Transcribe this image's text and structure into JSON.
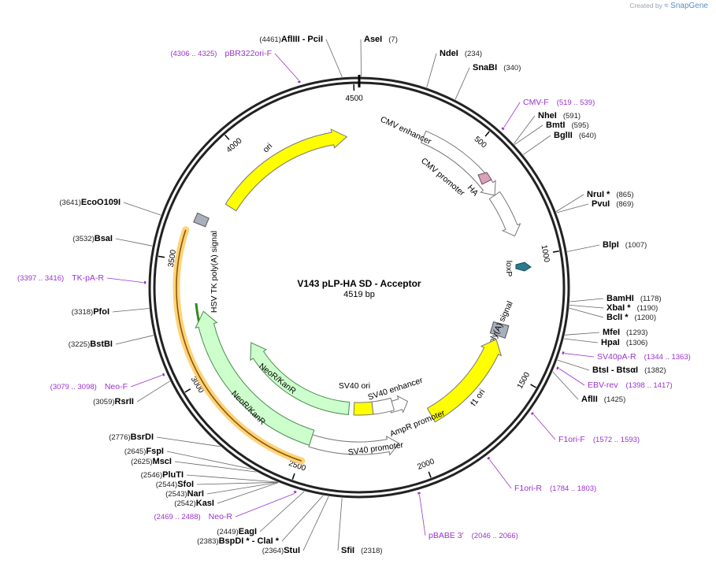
{
  "credit": {
    "prefix": "Created by",
    "brand": "SnapGene"
  },
  "plasmid": {
    "name": "V143 pLP-HA SD - Acceptor",
    "length_label": "4519 bp",
    "length": 4519
  },
  "ticks": [
    "500",
    "1000",
    "1500",
    "2000",
    "2500",
    "3000",
    "3500",
    "4000",
    "4500"
  ],
  "colors": {
    "primer": "#9933cc",
    "ori": "#ffff00",
    "neo": "#ccffcc",
    "backbone": "#222222"
  },
  "sites": [
    {
      "id": "afliii-pcii",
      "parts": [
        {
          "t": "pos",
          "v": "(4461)"
        },
        {
          "t": "name",
          "v": "AflIII"
        },
        {
          "t": "name",
          "v": " - PciI"
        }
      ]
    },
    {
      "id": "asei",
      "parts": [
        {
          "t": "name",
          "v": "AseI"
        },
        {
          "t": "pos",
          "v": "(7)"
        }
      ]
    },
    {
      "id": "ndei",
      "parts": [
        {
          "t": "name",
          "v": "NdeI"
        },
        {
          "t": "pos",
          "v": "(234)"
        }
      ]
    },
    {
      "id": "snabi",
      "parts": [
        {
          "t": "name",
          "v": "SnaBI"
        },
        {
          "t": "pos",
          "v": "(340)"
        }
      ]
    },
    {
      "id": "nhei",
      "parts": [
        {
          "t": "name",
          "v": "NheI"
        },
        {
          "t": "pos",
          "v": "(591)"
        }
      ]
    },
    {
      "id": "bmti",
      "parts": [
        {
          "t": "name",
          "v": "BmtI"
        },
        {
          "t": "pos",
          "v": "(595)"
        }
      ]
    },
    {
      "id": "bglii",
      "parts": [
        {
          "t": "name",
          "v": "BglII"
        },
        {
          "t": "pos",
          "v": "(640)"
        }
      ]
    },
    {
      "id": "nrui",
      "parts": [
        {
          "t": "name",
          "v": "NruI *"
        },
        {
          "t": "pos",
          "v": "(865)"
        }
      ]
    },
    {
      "id": "pvui",
      "parts": [
        {
          "t": "name",
          "v": "PvuI"
        },
        {
          "t": "pos",
          "v": "(869)"
        }
      ]
    },
    {
      "id": "blpi",
      "parts": [
        {
          "t": "name",
          "v": "BlpI"
        },
        {
          "t": "pos",
          "v": "(1007)"
        }
      ]
    },
    {
      "id": "bamhi",
      "parts": [
        {
          "t": "name",
          "v": "BamHI"
        },
        {
          "t": "pos",
          "v": "(1178)"
        }
      ]
    },
    {
      "id": "xbai",
      "parts": [
        {
          "t": "name",
          "v": "XbaI *"
        },
        {
          "t": "pos",
          "v": "(1190)"
        }
      ]
    },
    {
      "id": "bcli",
      "parts": [
        {
          "t": "name",
          "v": "BclI *"
        },
        {
          "t": "pos",
          "v": "(1200)"
        }
      ]
    },
    {
      "id": "mfei",
      "parts": [
        {
          "t": "name",
          "v": "MfeI"
        },
        {
          "t": "pos",
          "v": "(1293)"
        }
      ]
    },
    {
      "id": "hpai",
      "parts": [
        {
          "t": "name",
          "v": "HpaI"
        },
        {
          "t": "pos",
          "v": "(1306)"
        }
      ]
    },
    {
      "id": "btsi",
      "parts": [
        {
          "t": "name",
          "v": "BtsI"
        },
        {
          "t": "name",
          "v": " - BtsαI"
        },
        {
          "t": "pos",
          "v": "(1382)"
        }
      ]
    },
    {
      "id": "aflii",
      "parts": [
        {
          "t": "name",
          "v": "AflII"
        },
        {
          "t": "pos",
          "v": "(1425)"
        }
      ]
    },
    {
      "id": "sfii",
      "parts": [
        {
          "t": "name",
          "v": "SfiI"
        },
        {
          "t": "pos",
          "v": "(2318)"
        }
      ]
    },
    {
      "id": "stui",
      "parts": [
        {
          "t": "pos",
          "v": "(2364)"
        },
        {
          "t": "name",
          "v": "StuI"
        }
      ]
    },
    {
      "id": "bspdi",
      "parts": [
        {
          "t": "pos",
          "v": "(2383)"
        },
        {
          "t": "name",
          "v": "BspDI *"
        },
        {
          "t": "name",
          "v": " - ClaI *"
        }
      ]
    },
    {
      "id": "eagi",
      "parts": [
        {
          "t": "pos",
          "v": "(2449)"
        },
        {
          "t": "name",
          "v": "EagI"
        }
      ]
    },
    {
      "id": "kasi",
      "parts": [
        {
          "t": "pos",
          "v": "(2542)"
        },
        {
          "t": "name",
          "v": "KasI"
        }
      ]
    },
    {
      "id": "nari",
      "parts": [
        {
          "t": "pos",
          "v": "(2543)"
        },
        {
          "t": "name",
          "v": "NarI"
        }
      ]
    },
    {
      "id": "sfoi",
      "parts": [
        {
          "t": "pos",
          "v": "(2544)"
        },
        {
          "t": "name",
          "v": "SfoI"
        }
      ]
    },
    {
      "id": "pluti",
      "parts": [
        {
          "t": "pos",
          "v": "(2546)"
        },
        {
          "t": "name",
          "v": "PluTI"
        }
      ]
    },
    {
      "id": "msci",
      "parts": [
        {
          "t": "pos",
          "v": "(2625)"
        },
        {
          "t": "name",
          "v": "MscI"
        }
      ]
    },
    {
      "id": "fspi",
      "parts": [
        {
          "t": "pos",
          "v": "(2645)"
        },
        {
          "t": "name",
          "v": "FspI"
        }
      ]
    },
    {
      "id": "bsrdi",
      "parts": [
        {
          "t": "pos",
          "v": "(2776)"
        },
        {
          "t": "name",
          "v": "BsrDI"
        }
      ]
    },
    {
      "id": "rsrii",
      "parts": [
        {
          "t": "pos",
          "v": "(3059)"
        },
        {
          "t": "name",
          "v": "RsrII"
        }
      ]
    },
    {
      "id": "bstbi",
      "parts": [
        {
          "t": "pos",
          "v": "(3225)"
        },
        {
          "t": "name",
          "v": "BstBI"
        }
      ]
    },
    {
      "id": "pfoi",
      "parts": [
        {
          "t": "pos",
          "v": "(3318)"
        },
        {
          "t": "name",
          "v": "PfoI"
        }
      ]
    },
    {
      "id": "bsai",
      "parts": [
        {
          "t": "pos",
          "v": "(3532)"
        },
        {
          "t": "name",
          "v": "BsaI"
        }
      ]
    },
    {
      "id": "ecoo109i",
      "parts": [
        {
          "t": "pos",
          "v": "(3641)"
        },
        {
          "t": "name",
          "v": "EcoO109I"
        }
      ]
    }
  ],
  "primers": [
    {
      "id": "pbr322ori-f",
      "name": "pBR322ori-F",
      "range": "(4306 .. 4325)"
    },
    {
      "id": "cmv-f",
      "name": "CMV-F",
      "range": "(519 .. 539)"
    },
    {
      "id": "sv40pa-r",
      "name": "SV40pA-R",
      "range": "(1344 .. 1363)"
    },
    {
      "id": "ebv-rev",
      "name": "EBV-rev",
      "range": "(1398 .. 1417)"
    },
    {
      "id": "f1ori-f",
      "name": "F1ori-F",
      "range": "(1572 .. 1593)"
    },
    {
      "id": "f1ori-r",
      "name": "F1ori-R",
      "range": "(1784 .. 1803)"
    },
    {
      "id": "pbabe-3",
      "name": "pBABE 3'",
      "range": "(2046 .. 2066)"
    },
    {
      "id": "neo-r",
      "name": "Neo-R",
      "range": "(2469 .. 2488)"
    },
    {
      "id": "neo-f",
      "name": "Neo-F",
      "range": "(3079 .. 3098)"
    },
    {
      "id": "tk-pa-r",
      "name": "TK-pA-R",
      "range": "(3397 .. 3416)"
    }
  ],
  "features": [
    {
      "id": "cmv-enhancer",
      "label": "CMV enhancer"
    },
    {
      "id": "cmv-promoter",
      "label": "CMV promoter"
    },
    {
      "id": "ha",
      "label": "HA"
    },
    {
      "id": "loxp",
      "label": "loxP"
    },
    {
      "id": "sv40-polya",
      "label": "SV40 poly(A) signal"
    },
    {
      "id": "f1-ori",
      "label": "f1 ori"
    },
    {
      "id": "ampr-promoter",
      "label": "AmpR promoter"
    },
    {
      "id": "sv40-promoter",
      "label": "SV40 promoter"
    },
    {
      "id": "sv40-ori",
      "label": "SV40 ori"
    },
    {
      "id": "sv40-enhancer",
      "label": "SV40 enhancer"
    },
    {
      "id": "neokan-outer",
      "label": "NeoR/KanR"
    },
    {
      "id": "neokan-inner",
      "label": "NeoR/KanR"
    },
    {
      "id": "hsv-tk-polya",
      "label": "HSV TK poly(A) signal"
    },
    {
      "id": "ori",
      "label": "ori"
    }
  ]
}
